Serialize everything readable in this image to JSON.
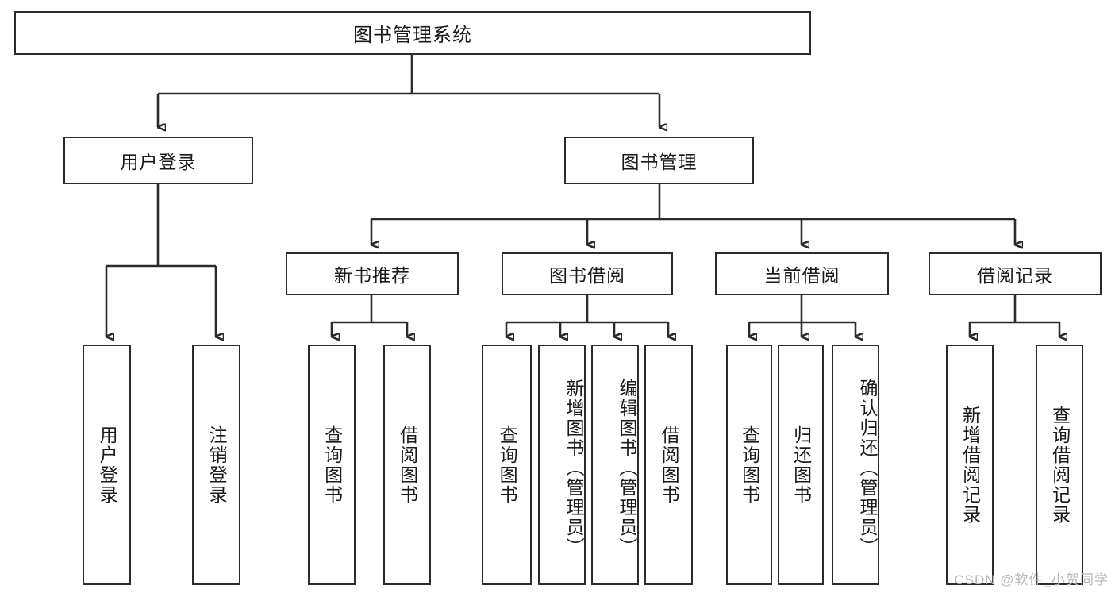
{
  "diagram": {
    "title": "图书管理系统",
    "type": "tree",
    "watermark": "CSDN @软件_小贺同学",
    "colors": {
      "background": "#ffffff",
      "border": "#2b2b2b",
      "text": "#1a1a1a",
      "watermark": "#b9b9b9"
    },
    "levels": {
      "root": "图书管理系统",
      "level2": [
        "用户登录",
        "图书管理"
      ],
      "level3": [
        "新书推荐",
        "图书借阅",
        "当前借阅",
        "借阅记录"
      ]
    }
  },
  "nodes": {
    "root": {
      "label": "图书管理系统"
    },
    "user_login": {
      "label": "用户登录"
    },
    "book_manage": {
      "label": "图书管理"
    },
    "new_book_recommend": {
      "label": "新书推荐"
    },
    "book_borrow": {
      "label": "图书借阅"
    },
    "current_borrow": {
      "label": "当前借阅"
    },
    "borrow_record": {
      "label": "借阅记录"
    },
    "leaf_user_login": {
      "label": "用户登录"
    },
    "leaf_logout": {
      "label": "注销登录"
    },
    "leaf_query_book_1": {
      "label": "查询图书"
    },
    "leaf_borrow_book_1": {
      "label": "借阅图书"
    },
    "leaf_query_book_2": {
      "label": "查询图书"
    },
    "leaf_add_book": {
      "label": "新增图书（管理员）"
    },
    "leaf_edit_book": {
      "label": "编辑图书（管理员）"
    },
    "leaf_borrow_book_2": {
      "label": "借阅图书"
    },
    "leaf_query_book_3": {
      "label": "查询图书"
    },
    "leaf_return_book": {
      "label": "归还图书"
    },
    "leaf_confirm_return": {
      "label": "确认归还（管理员）"
    },
    "leaf_add_record": {
      "label": "新增借阅记录"
    },
    "leaf_query_record": {
      "label": "查询借阅记录"
    }
  }
}
